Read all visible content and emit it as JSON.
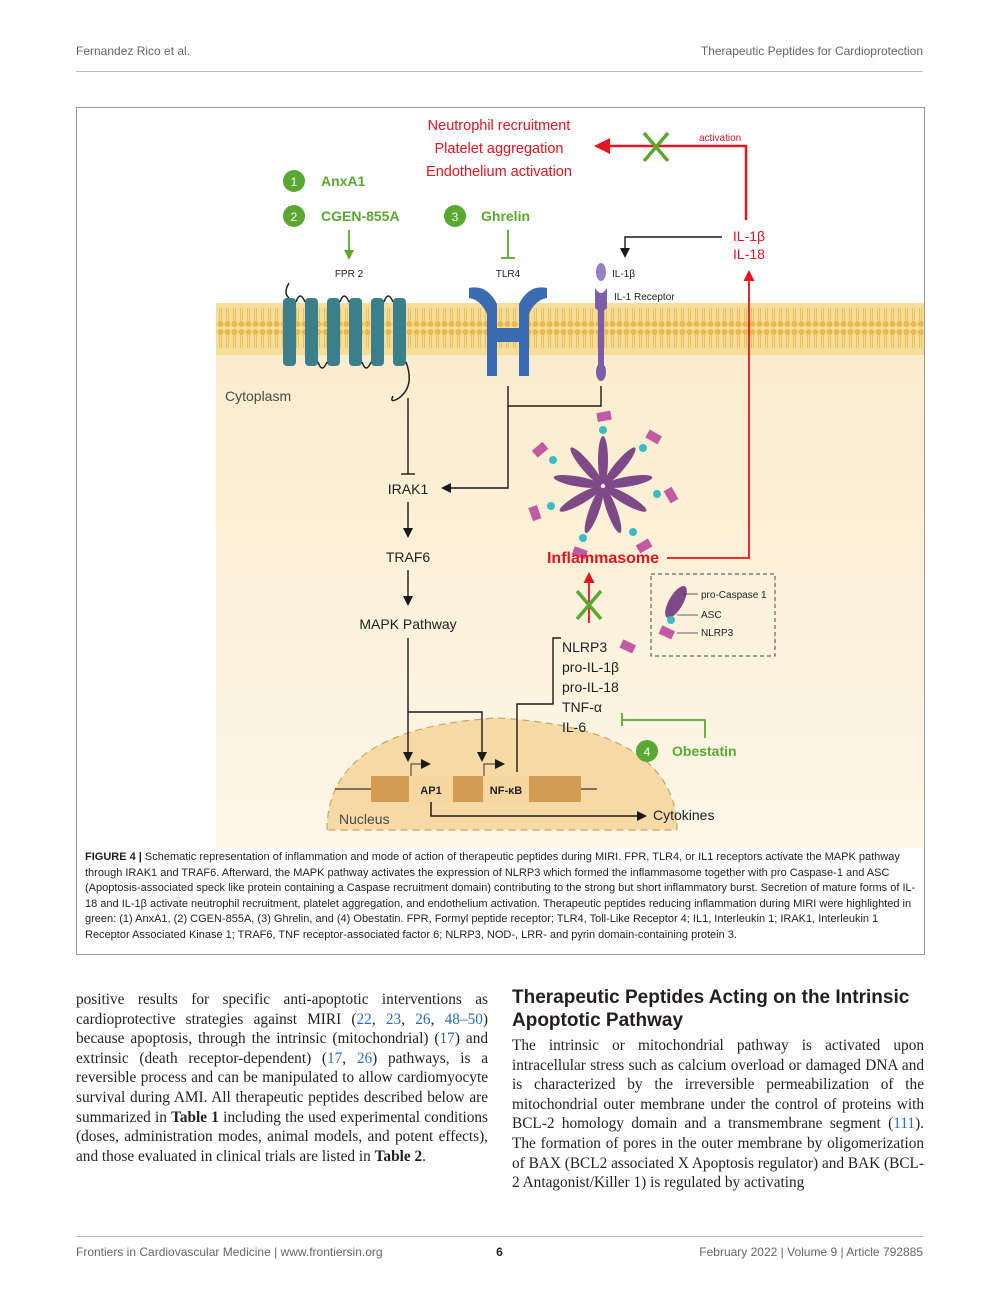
{
  "header": {
    "authors": "Fernandez Rico et al.",
    "title": "Therapeutic Peptides for Cardioprotection"
  },
  "figure": {
    "effects": [
      "Neutrophil recruitment",
      "Platelet aggregation",
      "Endothelium activation"
    ],
    "activation_label": "activation",
    "peptides": [
      {
        "num": "1",
        "name": "AnxA1"
      },
      {
        "num": "2",
        "name": "CGEN-855A"
      },
      {
        "num": "3",
        "name": "Ghrelin"
      },
      {
        "num": "4",
        "name": "Obestatin"
      }
    ],
    "receptors": {
      "fpr2": "FPR 2",
      "tlr4": "TLR4",
      "il1b": "IL-1β",
      "il1r": "IL-1 Receptor"
    },
    "cytokines_top": [
      "IL-1β",
      "IL-18"
    ],
    "cytoplasm": "Cytoplasm",
    "pathway": [
      "IRAK1",
      "TRAF6",
      "MAPK Pathway"
    ],
    "inflammasome": "Inflammasome",
    "legend": [
      "pro-Caspase 1",
      "ASC",
      "NLRP3"
    ],
    "genes": [
      "NLRP3",
      "pro-IL-1β",
      "pro-IL-18",
      "TNF-α",
      "IL-6"
    ],
    "nucleus": "Nucleus",
    "tf": [
      "AP1",
      "NF-κB"
    ],
    "cytokines_out": "Cytokines",
    "colors": {
      "green": "#5aa832",
      "red": "#e3151f",
      "membrane": "#f1c768",
      "cytoplasm": "#fbefd6",
      "nucleus": "#f7d9a5",
      "receptor": "#3a7f8a",
      "tlr4": "#3b6bb0",
      "il1r": "#7b5ea7",
      "petal": "#7d4a87",
      "asc": "#3fb9c4",
      "nlrp3": "#c25aa3"
    }
  },
  "caption": {
    "label": "FIGURE 4 |",
    "text": " Schematic representation of inflammation and mode of action of therapeutic peptides during MIRI. FPR, TLR4, or IL1 receptors activate the MAPK pathway through IRAK1 and TRAF6. Afterward, the MAPK pathway activates the expression of NLRP3 which formed the inflammasome together with pro Caspase-1 and ASC (Apoptosis-associated speck like protein containing a Caspase recruitment domain) contributing to the strong but short inflammatory burst. Secretion of mature forms of IL-18 and IL-1β activate neutrophil recruitment, platelet aggregation, and endothelium activation. Therapeutic peptides reducing inflammation during MIRI were highlighted in green: (1) AnxA1, (2) CGEN-855A, (3) Ghrelin, and (4) Obestatin. FPR, Formyl peptide receptor; TLR4, Toll-Like Receptor 4; IL1, Interleukin 1; IRAK1, Interleukin 1 Receptor Associated Kinase 1; TRAF6, TNF receptor-associated factor 6; NLRP3, NOD-, LRR- and pyrin domain-containing protein 3."
  },
  "left_column": {
    "t1": "positive results for specific anti-apoptotic interventions as cardioprotective strategies against MIRI (",
    "r1": "22",
    "t2": ", ",
    "r2": "23",
    "t3": ", ",
    "r3": "26",
    "t4": ", ",
    "r4": "48–50",
    "t5": ") because apoptosis, through the intrinsic (mitochondrial) (",
    "r5": "17",
    "t6": ") and extrinsic (death receptor-dependent) (",
    "r6": "17",
    "t7": ", ",
    "r7": "26",
    "t8": ") pathways, is a reversible process and can be manipulated to allow cardiomyocyte survival during AMI. All therapeutic peptides described below are summarized in ",
    "b1": "Table 1",
    "t9": " including the used experimental conditions (doses, administration modes, animal models, and potent effects), and those evaluated in clinical trials are listed in ",
    "b2": "Table 2",
    "t10": "."
  },
  "right_column": {
    "heading": "Therapeutic Peptides Acting on the Intrinsic Apoptotic Pathway",
    "t1": "The intrinsic or mitochondrial pathway is activated upon intracellular stress such as calcium overload or damaged DNA and is characterized by the irreversible permeabilization of the mitochondrial outer membrane under the control of proteins with BCL-2 homology domain and a transmembrane segment (",
    "r1": "111",
    "t2": "). The formation of pores in the outer membrane by oligomerization of BAX (BCL2 associated X Apoptosis regulator) and BAK (BCL-2 Antagonist/Killer 1) is regulated by activating"
  },
  "footer": {
    "journal": "Frontiers in Cardiovascular Medicine | www.frontiersin.org",
    "page": "6",
    "issue": "February 2022 | Volume 9 | Article 792885"
  }
}
